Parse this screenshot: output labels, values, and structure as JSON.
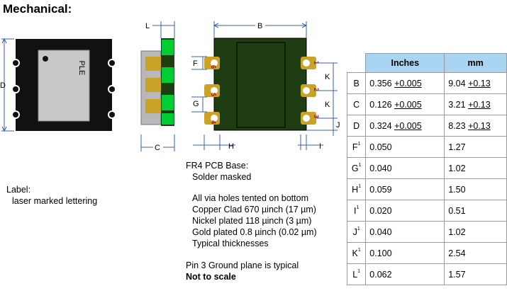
{
  "title": "Mechanical:",
  "diagram": {
    "device_label": "PLE",
    "dim_letters": {
      "D": "D",
      "L": "L",
      "B": "B",
      "C": "C",
      "H": "H",
      "J": "J",
      "F": "F",
      "G": "G",
      "K": "K"
    },
    "pins": [
      "1",
      "2",
      "3",
      "4",
      "5",
      "6"
    ]
  },
  "pcb_notes": [
    "FR4 PCB Base:",
    "  Solder masked",
    "",
    "  All via holes tented on bottom",
    "  Copper Clad 670 µinch  (17 µm)",
    "  Nickel plated 118 µinch  (3 µm)",
    "  Gold plated 0.8 µinch  (0.02 µm)",
    "  Typical thicknesses"
  ],
  "ground_note": "Pin 3 Ground plane is typical",
  "scale_note": "Not to scale",
  "label_note": {
    "line1": "Label:",
    "line2": "laser marked lettering"
  },
  "table": {
    "headers": [
      "Inches",
      "mm"
    ],
    "rows": [
      {
        "key": "B",
        "note": "",
        "inches": "0.356 ",
        "inches_tol": "+0.005",
        "mm": "9.04 ",
        "mm_tol": "+0.13"
      },
      {
        "key": "C",
        "note": "",
        "inches": "0.126 ",
        "inches_tol": "+0.005",
        "mm": "3.21 ",
        "mm_tol": "+0.13"
      },
      {
        "key": "D",
        "note": "",
        "inches": "0.324 ",
        "inches_tol": "+0.005",
        "mm": "8.23 ",
        "mm_tol": "+0.13"
      },
      {
        "key": "F",
        "note": "1",
        "inches": "0.050",
        "inches_tol": "",
        "mm": "1.27",
        "mm_tol": ""
      },
      {
        "key": "G",
        "note": "1",
        "inches": "0.040",
        "inches_tol": "",
        "mm": "1.02",
        "mm_tol": ""
      },
      {
        "key": "H",
        "note": "1",
        "inches": "0.059",
        "inches_tol": "",
        "mm": "1.50",
        "mm_tol": ""
      },
      {
        "key": "I",
        "note": "1",
        "inches": "0.020",
        "inches_tol": "",
        "mm": "0.51",
        "mm_tol": ""
      },
      {
        "key": "J",
        "note": "1",
        "inches": "0.040",
        "inches_tol": "",
        "mm": "1.02",
        "mm_tol": ""
      },
      {
        "key": "K",
        "note": "1",
        "inches": "0.100",
        "inches_tol": "",
        "mm": "2.54",
        "mm_tol": ""
      },
      {
        "key": "L",
        "note": "1",
        "inches": "0.062",
        "inches_tol": "",
        "mm": "1.57",
        "mm_tol": ""
      }
    ]
  },
  "colors": {
    "board_dark": "#111111",
    "board_green": "#1f3d12",
    "pad_green": "#00cc33",
    "gold": "#c9a227",
    "gray_cap": "#c8c8c8",
    "dim_blue": "#3a5fa8",
    "pin_red": "#cc0000",
    "header_blue": "#a9d4f2"
  }
}
